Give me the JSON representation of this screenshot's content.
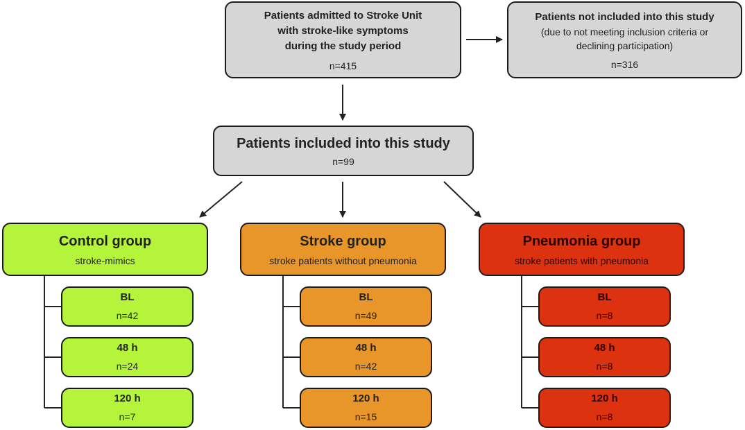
{
  "admitted": {
    "title_lines": [
      "Patients admitted to Stroke Unit",
      "with stroke-like symptoms",
      "during the study period"
    ],
    "count": "n=415"
  },
  "excluded": {
    "title": "Patients not included into this study",
    "detail_lines": [
      "(due to not meeting inclusion criteria or",
      "declining participation)"
    ],
    "count": "n=316"
  },
  "included": {
    "title": "Patients included into this study",
    "count": "n=99"
  },
  "groups": [
    {
      "title": "Control group",
      "subtitle": "stroke-mimics",
      "color": "#b4f53c",
      "timepoints": [
        {
          "label": "BL",
          "count": "n=42"
        },
        {
          "label": "48 h",
          "count": "n=24"
        },
        {
          "label": "120 h",
          "count": "n=7"
        }
      ]
    },
    {
      "title": "Stroke group",
      "subtitle": "stroke patients without pneumonia",
      "color": "#e8952a",
      "timepoints": [
        {
          "label": "BL",
          "count": "n=49"
        },
        {
          "label": "48 h",
          "count": "n=42"
        },
        {
          "label": "120 h",
          "count": "n=15"
        }
      ]
    },
    {
      "title": "Pneumonia group",
      "subtitle": "stroke patients with pneumonia",
      "color": "#dd3210",
      "timepoints": [
        {
          "label": "BL",
          "count": "n=8"
        },
        {
          "label": "48 h",
          "count": "n=8"
        },
        {
          "label": "120 h",
          "count": "n=8"
        }
      ]
    }
  ]
}
